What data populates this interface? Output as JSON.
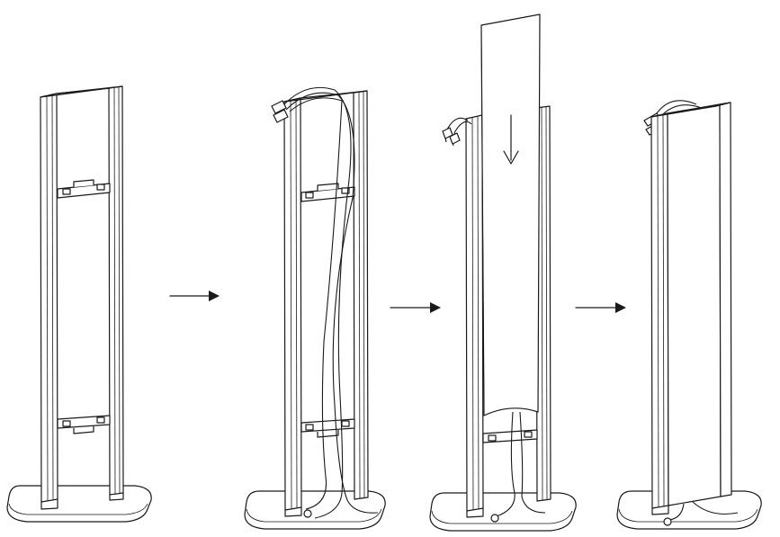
{
  "diagram": {
    "steps": [
      {
        "id": "stand-frame"
      },
      {
        "id": "cables-routed"
      },
      {
        "id": "panel-insert"
      },
      {
        "id": "assembled"
      }
    ],
    "arrows": [
      "step-arrow",
      "step-arrow",
      "step-arrow"
    ],
    "colors": {
      "line": "#1a1a1a",
      "background": "#ffffff",
      "shade": "#e6e6e6"
    }
  }
}
